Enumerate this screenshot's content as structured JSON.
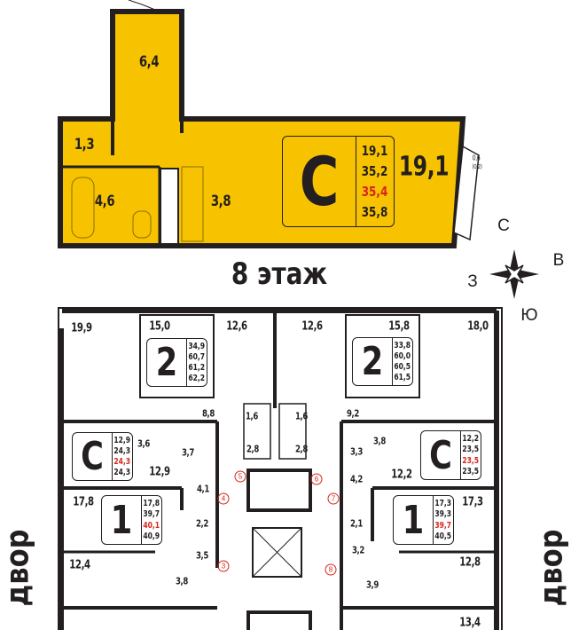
{
  "colors": {
    "highlight": "#F7C200",
    "walls": "#231f20",
    "accent_red": "#d6261c"
  },
  "selected_unit": {
    "type": "C",
    "areas": [
      "19,1",
      "35,2",
      "35,4",
      "35,8"
    ],
    "rooms": {
      "loggia_top": "6,4",
      "hall": "1,3",
      "bath": "4,6",
      "kitchen": "3,8",
      "living": "19,1",
      "balcony": "0,6",
      "balcony_sub": "(0,2)"
    }
  },
  "floor_label": "8 этаж",
  "compass": {
    "n": "С",
    "e": "В",
    "s": "Ю",
    "w": "З"
  },
  "yard_label": "двор",
  "plan": {
    "units": [
      {
        "type": "2",
        "areas": [
          "34,9",
          "60,7",
          "61,2",
          "62,2"
        ]
      },
      {
        "type": "2",
        "areas": [
          "33,8",
          "60,0",
          "60,5",
          "61,5"
        ]
      },
      {
        "type": "C",
        "areas": [
          "12,9",
          "24,3",
          "24,3",
          "24,3"
        ]
      },
      {
        "type": "C",
        "areas": [
          "12,2",
          "23,5",
          "23,5",
          "23,5"
        ]
      },
      {
        "type": "1",
        "areas": [
          "17,8",
          "39,7",
          "40,1",
          "40,9"
        ]
      },
      {
        "type": "1",
        "areas": [
          "17,3",
          "39,3",
          "39,7",
          "40,5"
        ]
      }
    ],
    "rooms": [
      "19,9",
      "15,0",
      "12,6",
      "8,8",
      "1,6",
      "2,8",
      "3,6",
      "3,7",
      "12,9",
      "4,1",
      "17,8",
      "2,2",
      "3,5",
      "12,4",
      "3,8",
      "12,6",
      "15,8",
      "18,0",
      "9,2",
      "1,6",
      "2,8",
      "3,3",
      "3,8",
      "12,2",
      "4,2",
      "17,3",
      "2,1",
      "3,2",
      "12,8",
      "3,9",
      "13,4"
    ],
    "entrances": [
      "3",
      "4",
      "5",
      "6",
      "7",
      "8"
    ]
  }
}
